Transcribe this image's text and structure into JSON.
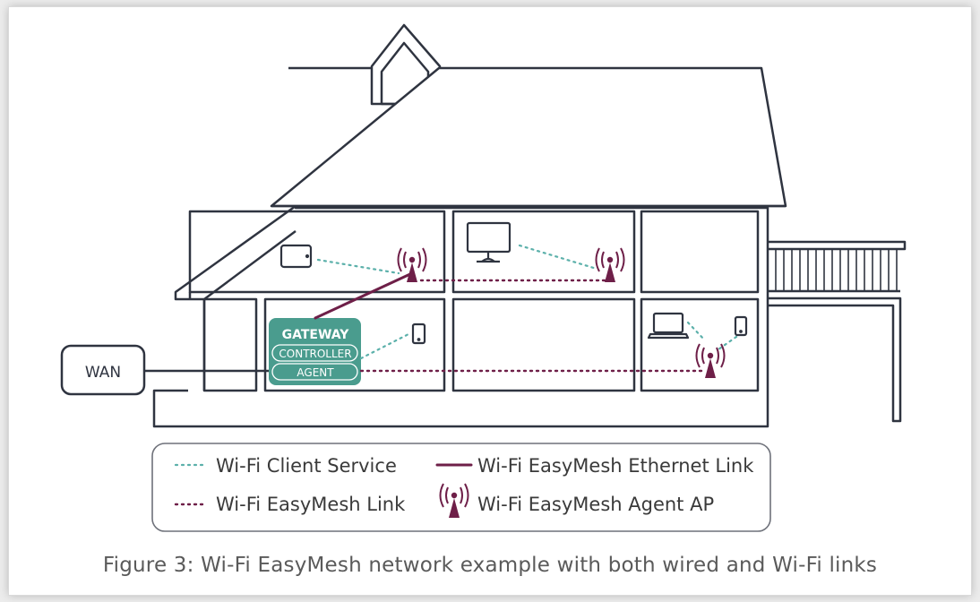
{
  "diagram": {
    "wan_label": "WAN",
    "gateway": {
      "title": "GATEWAY",
      "controller": "CONTROLLER",
      "agent": "AGENT"
    },
    "legend": {
      "client_service": "Wi-Fi Client Service",
      "easymesh_link": "Wi-Fi EasyMesh Link",
      "ethernet_link": "Wi-Fi EasyMesh Ethernet Link",
      "agent_ap": "Wi-Fi EasyMesh Agent AP"
    },
    "colors": {
      "outline": "#2f3440",
      "gateway_fill": "#4a9c8e",
      "client_service": "#5bb0aa",
      "easymesh": "#6e1f48"
    }
  },
  "caption": "Figure 3: Wi-Fi EasyMesh network example with both wired and Wi-Fi links"
}
